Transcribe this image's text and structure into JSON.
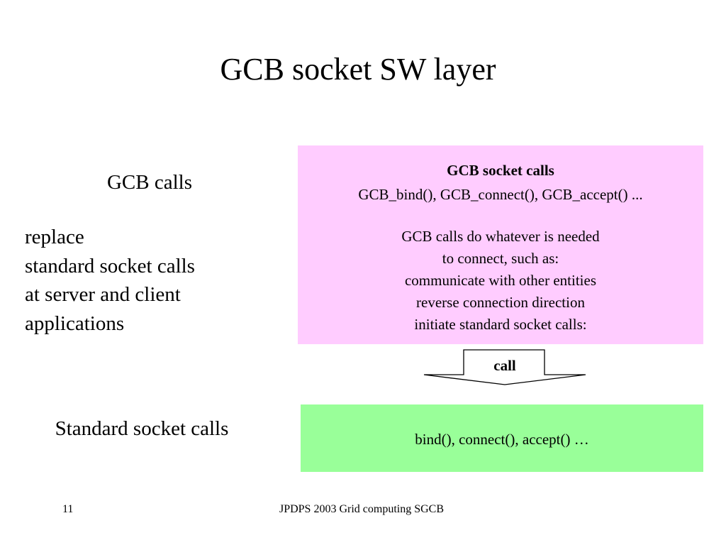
{
  "slide": {
    "title": "GCB socket SW layer",
    "page_number": "11",
    "footer": "JPDPS 2003 Grid computing SGCB"
  },
  "left": {
    "gcb_calls_label": "GCB calls",
    "replace_lines": [
      "replace",
      "standard socket calls",
      "at server and client",
      "applications"
    ],
    "standard_calls_label": "Standard socket calls"
  },
  "gcb_box": {
    "title": "GCB socket calls",
    "calls": "GCB_bind(), GCB_connect(), GCB_accept() ...",
    "description_lines": [
      "GCB calls do whatever is needed",
      "to connect, such as:",
      " communicate with other entities",
      "reverse connection direction",
      "initiate standard socket calls:"
    ],
    "color": "#ffccff"
  },
  "arrow": {
    "label": "call"
  },
  "std_box": {
    "calls": "bind(), connect(), accept() …",
    "color": "#99ff99"
  }
}
